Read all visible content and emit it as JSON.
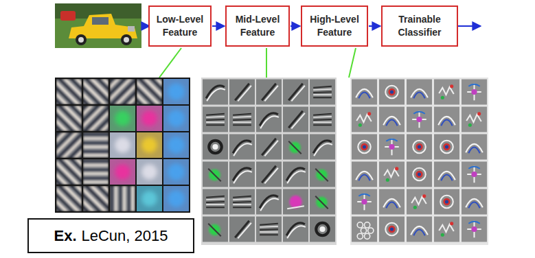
{
  "diagram": {
    "nodes": [
      {
        "text": [
          "Low-Level Feature"
        ]
      },
      {
        "text": [
          "Mid-Level Feature"
        ]
      },
      {
        "text": [
          "High-Level Feature"
        ]
      },
      {
        "text": [
          "Trainable Classifier"
        ]
      },
      {
        "text": [
          "Ex.",
          "LeCun, 2015"
        ]
      }
    ],
    "edges": [
      {
        "from": 0,
        "to": 1,
        "arrow": "to"
      },
      {
        "from": 1,
        "to": 2,
        "arrow": "to"
      },
      {
        "from": 2,
        "to": 3,
        "arrow": "to"
      }
    ]
  }
}
